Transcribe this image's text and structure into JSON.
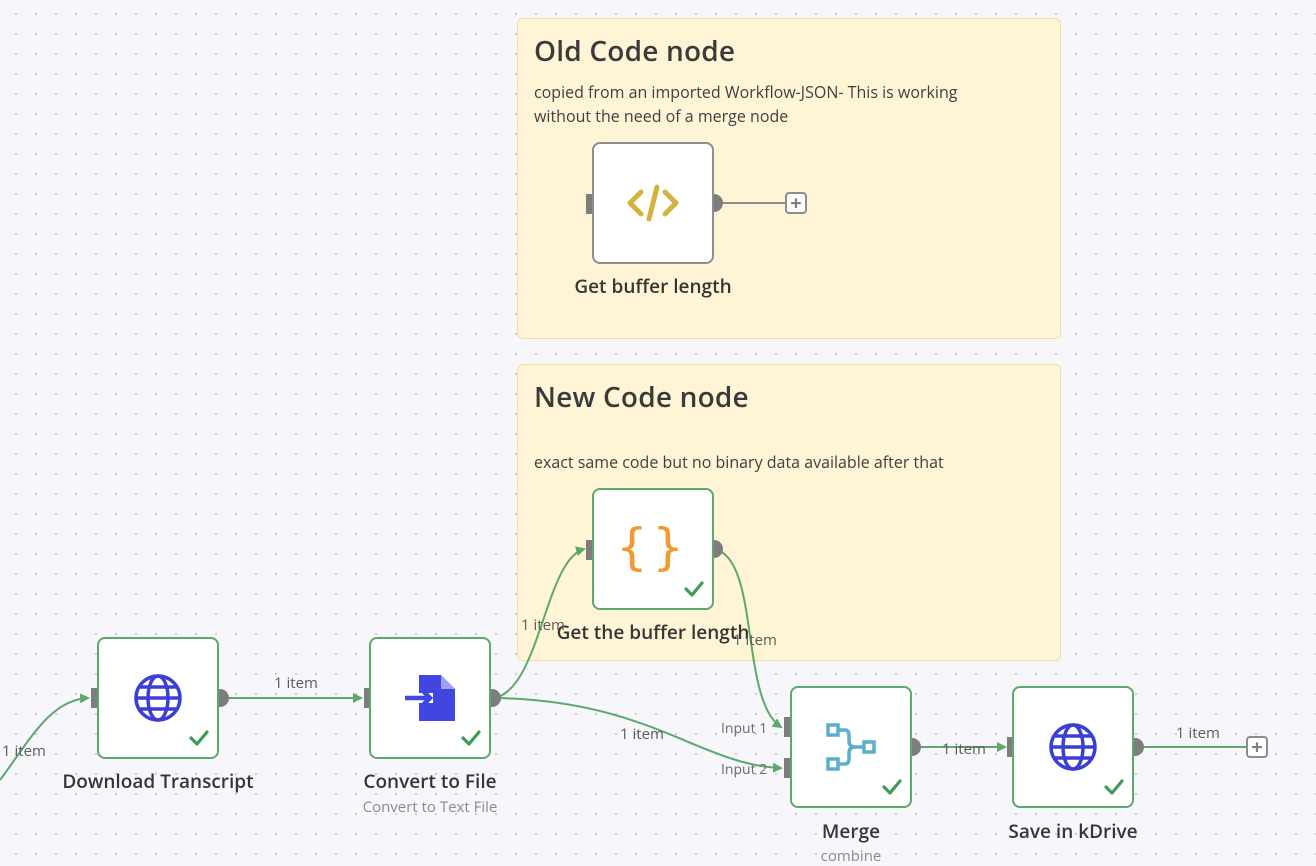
{
  "stickies": {
    "old": {
      "title": "Old Code node",
      "text": "copied from an imported Workflow-JSON- This is working without the need of a merge node"
    },
    "new": {
      "title": "New Code node",
      "text": "exact same code but no binary data available after that"
    }
  },
  "nodes": {
    "get_buffer_length": {
      "label": "Get buffer length",
      "icon": "code-brackets-icon",
      "status": "not-executed"
    },
    "get_the_buffer_length": {
      "label": "Get the buffer length",
      "icon": "curly-braces-icon",
      "status": "success"
    },
    "download_transcript": {
      "label": "Download Transcript",
      "icon": "globe-icon",
      "status": "success"
    },
    "convert_to_file": {
      "label": "Convert to File",
      "sublabel": "Convert to Text File",
      "icon": "file-import-icon",
      "status": "success"
    },
    "merge": {
      "label": "Merge",
      "sublabel": "combine",
      "icon": "merge-icon",
      "status": "success",
      "inputs": [
        "Input 1",
        "Input 2"
      ]
    },
    "save_in_kdrive": {
      "label": "Save in kDrive",
      "icon": "globe-icon",
      "status": "success"
    }
  },
  "edges": {
    "into_download": "1 item",
    "download_to_convert": "1 item",
    "convert_to_code": "1 item",
    "convert_to_merge": "1 item",
    "code_to_merge": "1 item",
    "merge_to_save": "1 item",
    "save_out": "1 item"
  },
  "colors": {
    "success_border": "#5ea86b",
    "idle_border": "#8d8d8d",
    "sticky_bg": "#fff5d6",
    "globe": "#3b3fd8",
    "code_brackets": "#d4b33c",
    "curly_braces": "#f09a33",
    "merge_icon": "#5aafca"
  }
}
